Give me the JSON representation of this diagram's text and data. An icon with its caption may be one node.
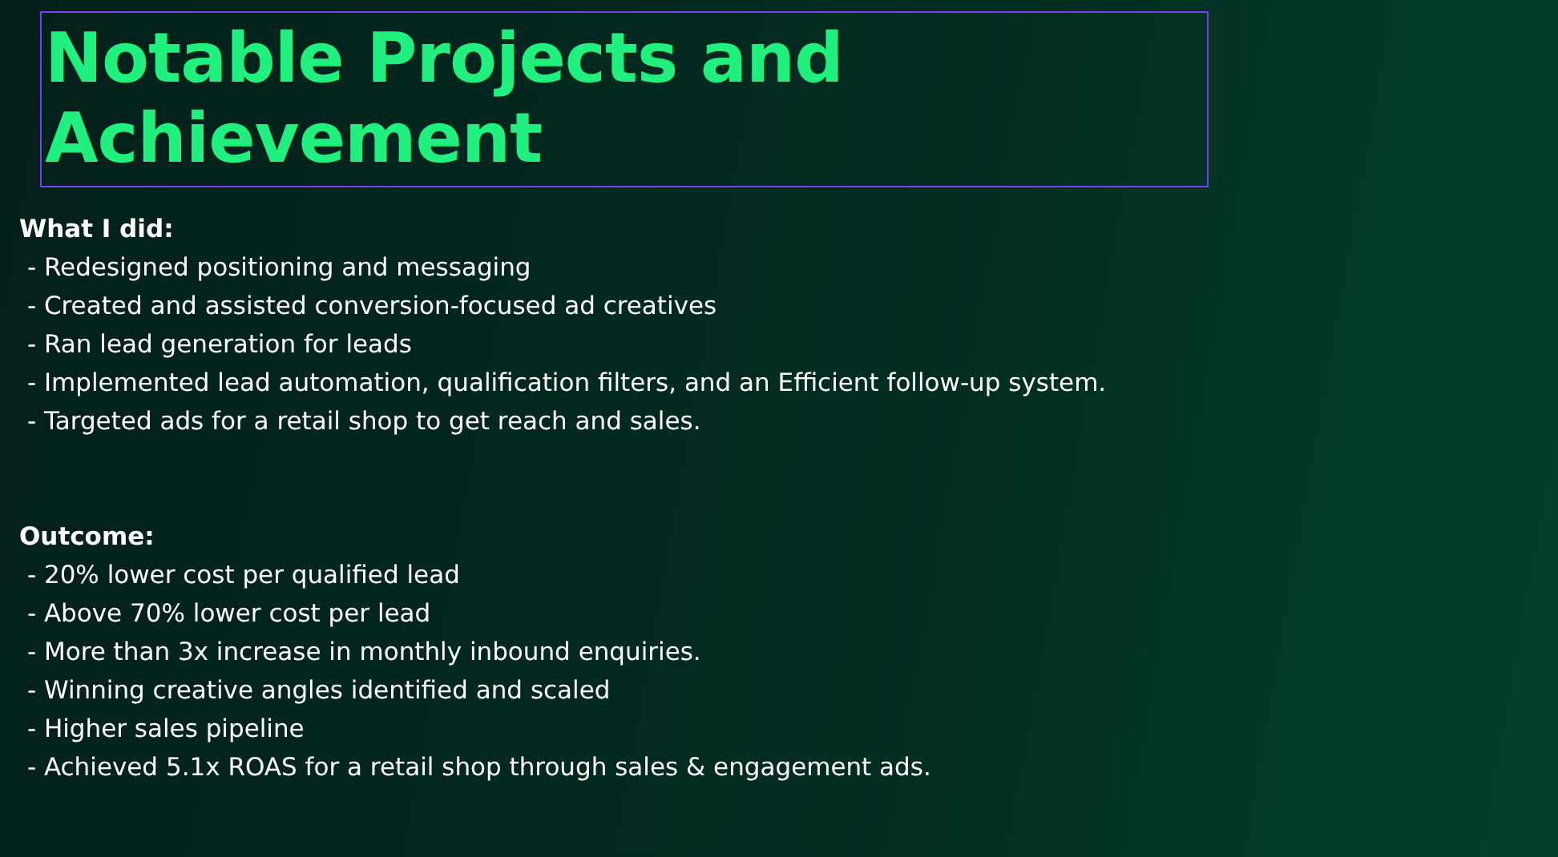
{
  "diagram": {
    "title": "Notable Projects and Achievement",
    "labels": [
      "What I did:",
      " - Redesigned positioning and messaging",
      " - Created and assisted conversion-focused ad creatives",
      " - Ran lead generation for leads",
      " - Implemented lead automation, qualification filters, and an Efficient follow-up system.",
      " - Targeted ads for a retail shop to get reach and sales.",
      "Outcome:",
      " - 20% lower cost per qualified lead",
      " - Above 70% lower cost per lead",
      " - More than 3x increase in monthly inbound enquiries.",
      " - Winning creative angles identified and scaled",
      " - Higher sales pipeline",
      " - Achieved 5.1x ROAS for a retail shop through sales & engagement ads."
    ]
  }
}
